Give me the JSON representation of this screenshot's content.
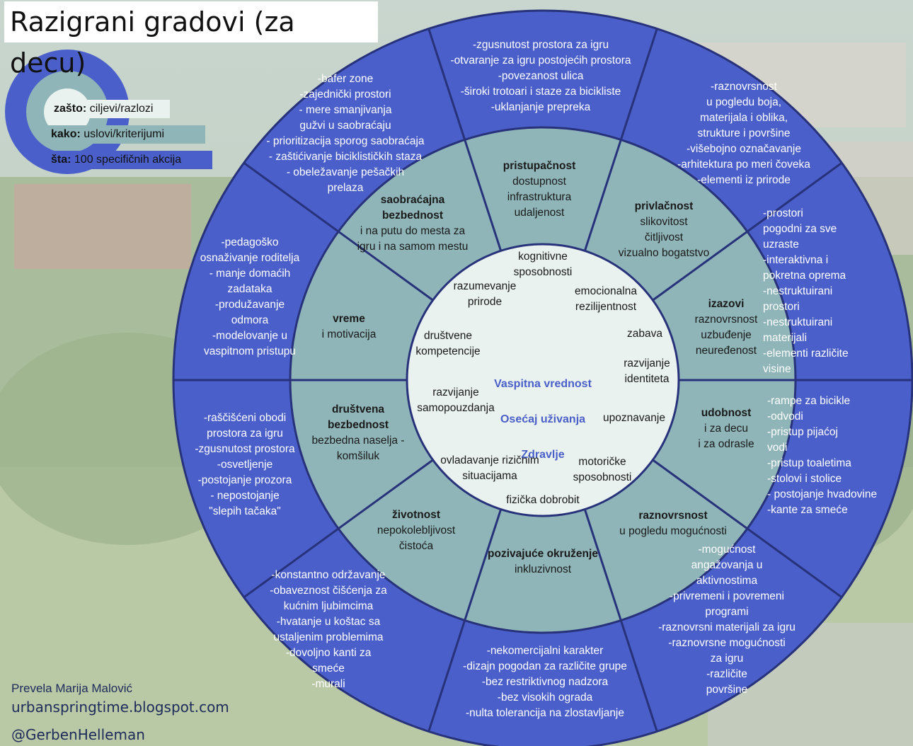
{
  "title": "Razigrani gradovi (za decu)",
  "legend": [
    {
      "key": "zašto:",
      "value": "ciljevi/razlozi"
    },
    {
      "key": "kako:",
      "value": "uslovi/kriterijumi"
    },
    {
      "key": "šta:",
      "value": "100 specifičnih akcija"
    }
  ],
  "center": {
    "line1": "Vaspitna vrednost",
    "line2": "Osećaj uživanja",
    "line3": "Zdravlje"
  },
  "inner": [
    "kognitivne\nsposobnosti",
    "emocionalna\nrezilijentnost",
    "zabava",
    "razvijanje\nidentiteta",
    "upoznavanje",
    "motoričke\nsposobnosti",
    "fizička dobrobit",
    "ovladavanje rizičnim\nsituacijama",
    "razvijanje\nsamopouzdanja",
    "društvene\nkompetencije",
    "razumevanje\nprirode"
  ],
  "middle": [
    {
      "title": "pristupačnost",
      "text": "dostupnost\ninfrastruktura\nudaljenost"
    },
    {
      "title": "privlačnost",
      "text": "slikovitost\nčitljivost\nvizualno bogatstvo"
    },
    {
      "title": "izazovi",
      "text": "raznovrsnost\nuzbuđenje\nneuređenost"
    },
    {
      "title": "udobnost",
      "text": "i za decu\ni za odrasle"
    },
    {
      "title": "raznovrsnost",
      "text": "u pogledu mogućnosti"
    },
    {
      "title": "pozivajuće okruženje",
      "text": "inkluzivnost"
    },
    {
      "title": "životnost",
      "text": "nepokolebljivost\nčistoća"
    },
    {
      "title": "društvena\nbezbednost",
      "text": "bezbedna naselja -\nkomšiluk"
    },
    {
      "title": "vreme",
      "text": "i motivacija"
    },
    {
      "title": "saobraćajna\nbezbednost",
      "text": "i na putu do mesta za\nigru i na samom mestu"
    }
  ],
  "outer": [
    "-zgusnutost prostora za igru\n-otvaranje za igru postojećih prostora\n-povezanost ulica\n-široki trotoari i staze za bicikliste\n-uklanjanje prepreka",
    "-raznovrsnost\nu pogledu boja,\nmaterijala i oblika,\nstrukture i površine\n-višebojno označavanje\n-arhitektura po meri čoveka\n-elementi iz prirode",
    "-prostori\npogodni za sve\nuzraste\n-interaktivna i\npokretna oprema\n-nestruktuirani\nprostori\n-nestruktuirani\nmaterijali\n-elementi različite\nvisine",
    "-rampe za bicikle\n-odvodi\n-pristup pijaćoj\nvodi\n-pristup toaletima\n-stolovi i stolice\n- postojanje hvadovine\n-kante za smeće",
    "-mogućnost\nangažovanja u\naktivnostima\n-privremeni i povremeni\nprogrami\n-raznovrsni materijali za igru\n-raznovrsne mogućnosti\nza igru\n-različite\npovršine",
    "-nekomercijalni karakter\n-dizajn pogodan za različite grupe\n-bez restriktivnog nadzora\n-bez visokih ograda\n-nulta tolerancija na zlostavljanje",
    "-konstantno održavanje\n-obaveznost čišćenja za\nkućnim ljubimcima\n-hvatanje u koštac sa\nustaljenim problemima\n-dovoljno kanti za\nsmeće\n-murali",
    "-raščišćeni obodi\nprostora za igru\n-zgusnutost prostora\n-osvetljenje\n-postojanje prozora\n- nepostojanje\n\"slepih tačaka\"",
    "-pedagoško\nosnaživanje roditelja\n- manje domaćih\nzadataka\n-produžavanje\nodmora\n-modelovanje u\nvaspitnom pristupu",
    "-bafer zone\n-zajednički prostori\n- mere smanjivanja\ngužvi u saobraćaju\n- prioritizacija sporog saobraćaja\n- zaštićivanje biciklističkih staza\n- obeležavanje pešačkih\nprelaza"
  ],
  "footer": {
    "translator": "Prevela Marija Malović",
    "blog": "urbanspringtime.blogspot.com",
    "handle": "@GerbenHelleman"
  },
  "colors": {
    "outer_ring": "#4a5fc9",
    "middle_ring": "#8fb5b8",
    "inner_disc": "#e9f2ee",
    "divider": "#27327a",
    "center_text": "#4a5fc9"
  }
}
